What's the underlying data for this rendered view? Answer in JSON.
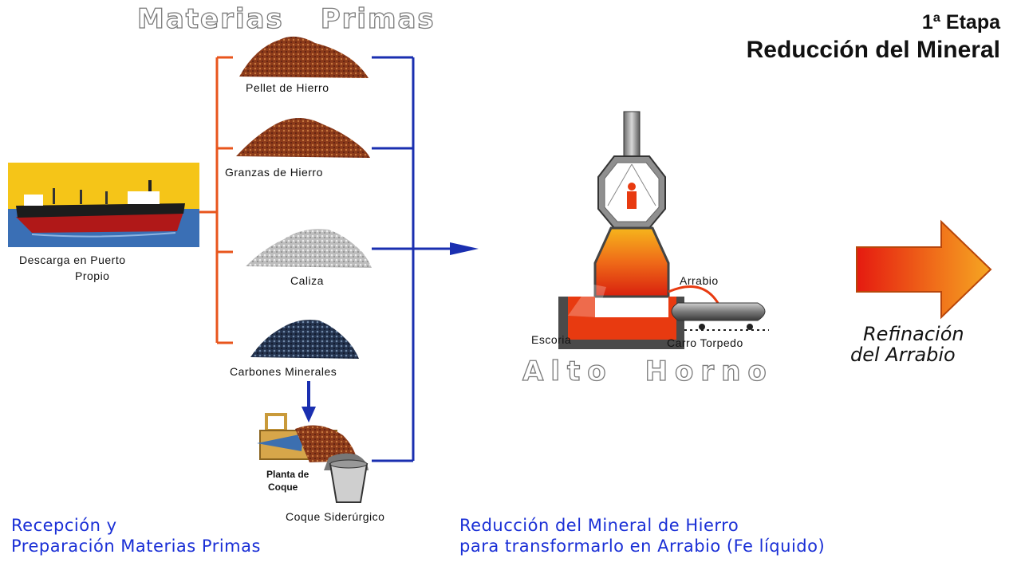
{
  "header": {
    "materias_word1": "Materias",
    "materias_word2": "Primas",
    "stage_number": "1ª Etapa",
    "stage_name": "Reducción del Mineral"
  },
  "ship": {
    "label_line1": "Descarga en Puerto",
    "label_line2": "Propio"
  },
  "materials": [
    {
      "label": "Pellet de Hierro",
      "color": "#8b3a1a"
    },
    {
      "label": "Granzas de Hierro",
      "color": "#8b3a1a"
    },
    {
      "label": "Caliza",
      "color": "#c8c8c8"
    },
    {
      "label": "Carbones Minerales",
      "color": "#2c3a55"
    }
  ],
  "coque": {
    "plant_line1": "Planta de",
    "plant_line2": "Coque",
    "product": "Coque Siderúrgico"
  },
  "furnace": {
    "arrabio": "Arrabio",
    "escoria": "Escoria",
    "carro": "Carro Torpedo",
    "title_word1": "Alto",
    "title_word2": "Horno"
  },
  "output": {
    "line1": "Refinación",
    "line2": "del Arrabio"
  },
  "captions": {
    "left_line1": "Recepción y",
    "left_line2": "Preparación Materias Primas",
    "right_line1": "Reducción del Mineral de Hierro",
    "right_line2": "para transformarlo en Arrabio (Fe líquido)"
  },
  "colors": {
    "orange_bracket": "#e8551c",
    "blue_flow": "#1a2fb0",
    "ship_sky": "#f5c518",
    "sea": "#3a6fb5",
    "furnace_steel": "#555555",
    "hot_metal": "#e83a10"
  }
}
